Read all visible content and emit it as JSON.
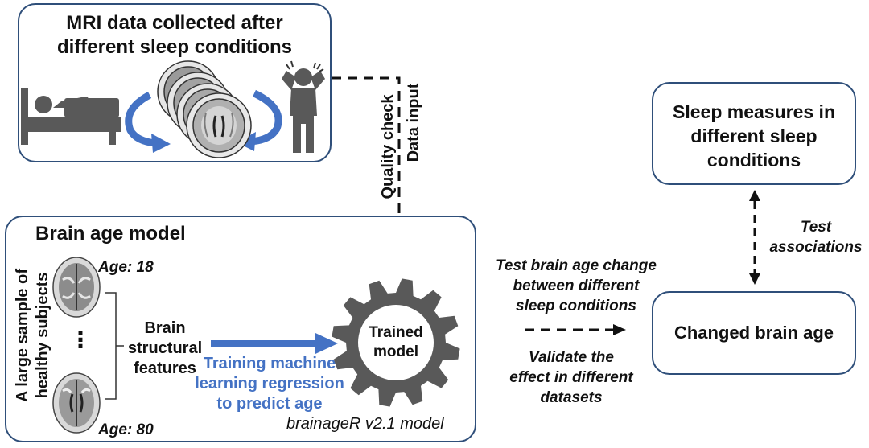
{
  "mri_box": {
    "title_line1": "MRI data collected after",
    "title_line2": "different sleep conditions"
  },
  "vertical_labels": {
    "quality_check": "Quality check",
    "data_input": "Data input"
  },
  "brain_model_box": {
    "title": "Brain age model",
    "sample_line1": "A large sample of",
    "sample_line2": "healthy subjects",
    "age_top": "Age: 18",
    "age_bottom": "Age: 80",
    "ellipsis": "⋮",
    "features_line1": "Brain",
    "features_line2": "structural",
    "features_line3": "features",
    "training_line1": "Training machine",
    "training_line2": "learning regression",
    "training_line3": "to predict age",
    "gear_line1": "Trained",
    "gear_line2": "model",
    "model_name": "brainageR v2.1 model"
  },
  "middle_text": {
    "test_line1": "Test brain age change",
    "test_line2": "between different",
    "test_line3": "sleep conditions",
    "validate_line1": "Validate the",
    "validate_line2": "effect in different",
    "validate_line3": "datasets"
  },
  "sleep_box": {
    "line1": "Sleep measures in",
    "line2": "different sleep",
    "line3": "conditions"
  },
  "changed_box": {
    "label": "Changed brain age"
  },
  "associations": {
    "line1": "Test",
    "line2": "associations"
  },
  "colors": {
    "box_border": "#2f4f7a",
    "accent_blue": "#4472c4",
    "gear_gray": "#595959"
  }
}
